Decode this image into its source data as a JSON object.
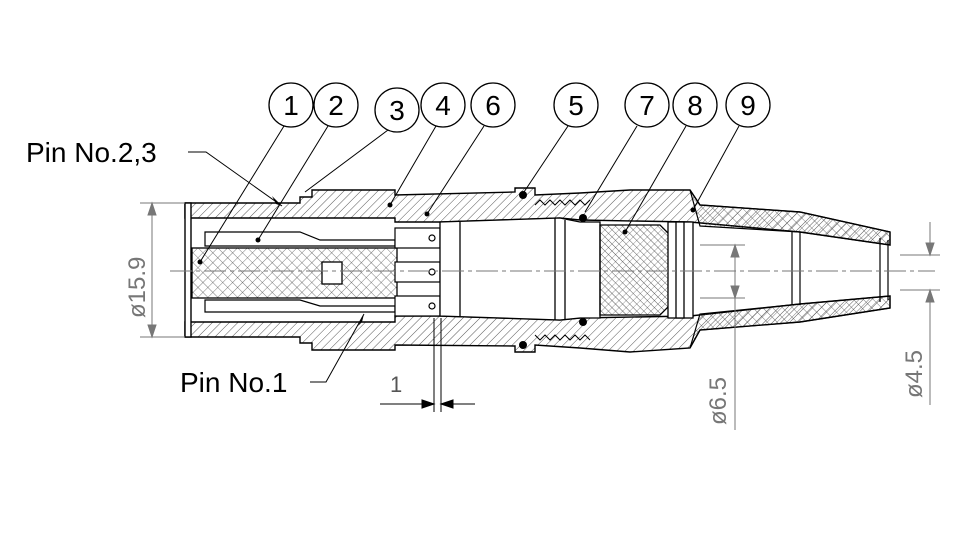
{
  "callouts": [
    {
      "id": "c1",
      "label": "1"
    },
    {
      "id": "c2",
      "label": "2"
    },
    {
      "id": "c3",
      "label": "3"
    },
    {
      "id": "c4",
      "label": "4"
    },
    {
      "id": "c6",
      "label": "6"
    },
    {
      "id": "c5",
      "label": "5"
    },
    {
      "id": "c7",
      "label": "7"
    },
    {
      "id": "c8",
      "label": "8"
    },
    {
      "id": "c9",
      "label": "9"
    }
  ],
  "pin_labels": {
    "pin_2_3": "Pin No.2,3",
    "pin_1": "Pin No.1"
  },
  "dimensions": {
    "body_diameter": "ø15.9",
    "offset": "1",
    "inner_diameter": "ø6.5",
    "cable_diameter": "ø4.5"
  },
  "colors": {
    "line": "#000000",
    "dim_line": "#777777",
    "hatch": "#444444"
  }
}
